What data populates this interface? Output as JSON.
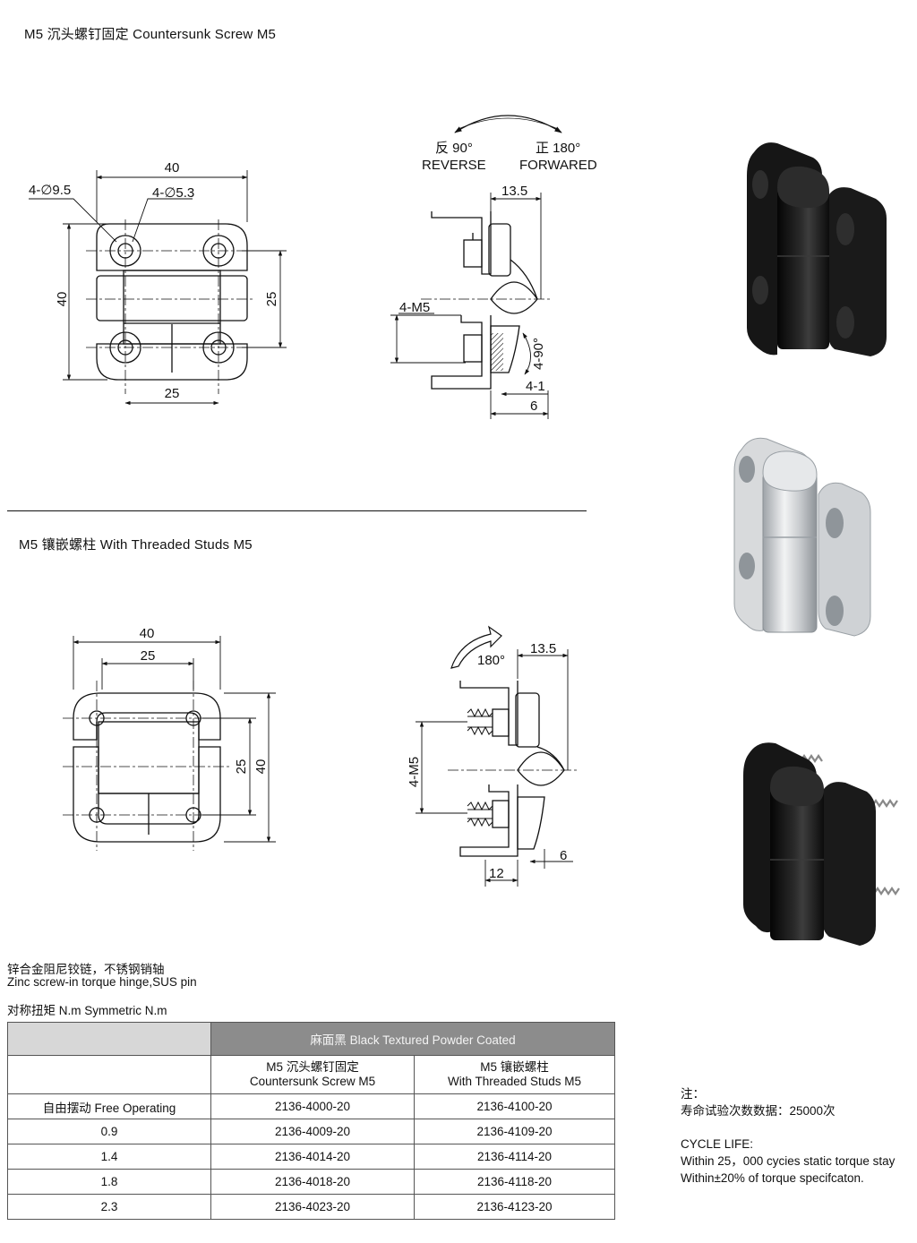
{
  "sections": {
    "top_title": "M5 沉头螺钉固定 Countersunk Screw M5",
    "bottom_title": "M5 镶嵌螺柱 With Threaded Studs M5"
  },
  "drawing_top": {
    "dim_width": "40",
    "dim_height": "40",
    "dim_hole_spacing_v": "25",
    "dim_hole_spacing_h": "25",
    "hole_large": "4-∅9.5",
    "hole_small": "4-∅5.3",
    "reverse_cn": "反 90°",
    "reverse_en": "REVERSE",
    "forward_cn": "正 180°",
    "forward_en": "FORWARED",
    "side_offset": "13.5",
    "screw_label": "4-M5",
    "countersink_angle": "4-90°",
    "countersink_depth": "4-1",
    "plate_thickness": "6"
  },
  "drawing_bottom": {
    "dim_width": "40",
    "dim_inner": "25",
    "dim_v_inner": "25",
    "dim_v_outer": "40",
    "rotation": "180°",
    "side_offset": "13.5",
    "stud_label": "4-M5",
    "stud_length": "12",
    "plate_thickness": "6"
  },
  "description": {
    "line_cn": "锌合金阻尼铰链，不锈钢销轴",
    "line_en": "Zinc screw-in torque hinge,SUS pin",
    "torque_label": "对称扭矩 N.m Symmetric N.m"
  },
  "table": {
    "finish_header": "麻面黑 Black Textured Powder Coated",
    "col1_cn": "M5 沉头螺钉固定",
    "col1_en": "Countersunk Screw M5",
    "col2_cn": "M5 镶嵌螺柱",
    "col2_en": "With Threaded Studs M5",
    "rows": [
      {
        "torque": "自由摆动 Free Operating",
        "screw": "2136-4000-20",
        "stud": "2136-4100-20"
      },
      {
        "torque": "0.9",
        "screw": "2136-4009-20",
        "stud": "2136-4109-20"
      },
      {
        "torque": "1.4",
        "screw": "2136-4014-20",
        "stud": "2136-4114-20"
      },
      {
        "torque": "1.8",
        "screw": "2136-4018-20",
        "stud": "2136-4118-20"
      },
      {
        "torque": "2.3",
        "screw": "2136-4023-20",
        "stud": "2136-4123-20"
      }
    ]
  },
  "notes": {
    "note_label": "注：",
    "life_cn": "寿命试验次数数据：25000次",
    "cycle_title": "CYCLE LIFE:",
    "cycle_line1": "Within 25，000 cycies static torque stay",
    "cycle_line2": "Within±20% of torque specifcaton."
  },
  "colors": {
    "line": "#111111",
    "table_band": "#8c8c8c",
    "table_blank": "#d7d7d7",
    "hinge_black": "#151515",
    "hinge_silver": "#c9ccd0"
  }
}
